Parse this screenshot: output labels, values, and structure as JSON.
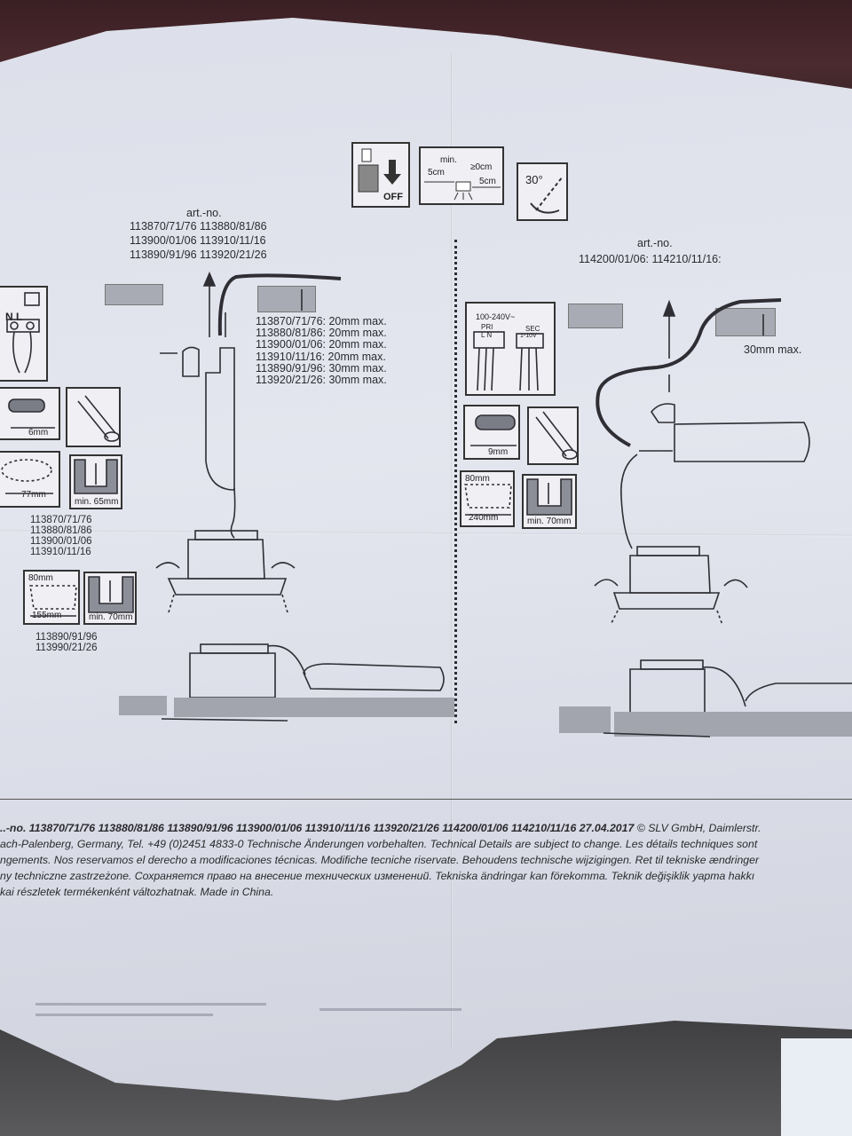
{
  "left_section": {
    "art_no_label": "art.-no.",
    "art_no_rows": [
      "113870/71/76 113880/81/86",
      "113900/01/06 113910/11/16",
      "113890/91/96 113920/21/26"
    ],
    "mounting_depths": [
      "113870/71/76: 20mm max.",
      "113880/81/86: 20mm max.",
      "113900/01/06: 20mm max.",
      "113910/11/16: 20mm max.",
      "113890/91/96: 30mm max.",
      "113920/21/26: 30mm max."
    ],
    "terminal_label": "N L",
    "strip_length": "6mm",
    "cutout_diameter": "77mm",
    "min_depth_1": "min. 65mm",
    "group_1": [
      "113870/71/76",
      "113880/81/86",
      "113900/01/06",
      "113910/11/16"
    ],
    "square_cutout_height": "80mm",
    "square_cutout_width": "155mm",
    "min_depth_2": "min. 70mm",
    "group_2": [
      "113890/91/96",
      "113990/21/26"
    ]
  },
  "top_icons": {
    "off_label": "OFF",
    "clearance_min": "min.",
    "clearance_top": "≥0cm",
    "clearance_left": "5cm",
    "clearance_right": "5cm",
    "tilt_angle": "30°"
  },
  "right_section": {
    "art_no_label": "art.-no.",
    "art_no_row": "114200/01/06:  114210/11/16:",
    "mounting_depth": "30mm max.",
    "driver_input": "100-240V~",
    "driver_pri": "PRI",
    "driver_pri_terms": "L N",
    "driver_sec": "SEC",
    "driver_sec_terms": "1-10V",
    "strip_length": "9mm",
    "square_cutout_height": "80mm",
    "square_cutout_width": "240mm",
    "min_depth": "min. 70mm"
  },
  "footer": {
    "line1": "..-no. 113870/71/76 113880/81/86 113890/91/96 113900/01/06 113910/11/16 113920/21/26 114200/01/06 114210/11/16 27.04.2017",
    "line1_tail": " © SLV GmbH, Daimlerstr.",
    "line2": "ach-Palenberg, Germany, Tel. +49 (0)2451 4833-0 Technische Änderungen vorbehalten. Technical Details are subject to change. Les détails techniques sont",
    "line3": "ngements. Nos reservamos el derecho a modificaciones técnicas. Modifiche tecniche riservate. Behoudens technische wijzigingen. Ret til tekniske ændringer",
    "line4": "ny techniczne zastrzeżone. Сохраняется право на внесение технических изменений. Tekniska ändringar kan förekomma. Teknik değişiklik yapma hakkı",
    "line5": "kai részletek termékenként változhatnak. Made in China."
  }
}
